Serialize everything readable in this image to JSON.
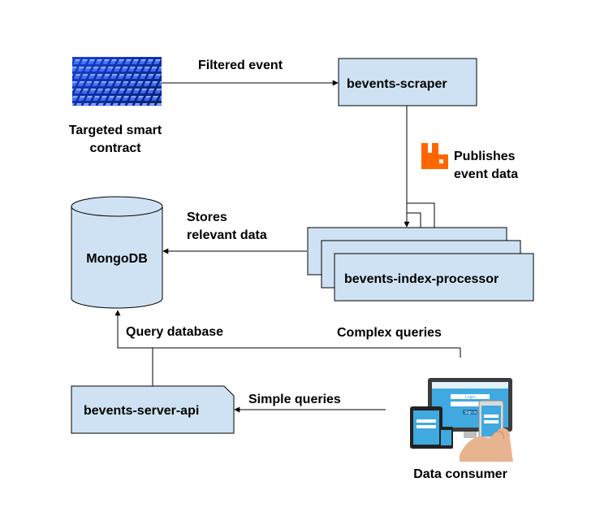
{
  "colors": {
    "box_fill": "#cfe2f3",
    "stroke": "#000000",
    "rabbitmq_orange": "#ff6600"
  },
  "icons": {
    "contract": "blockchain-grid-icon",
    "queue": "rabbitmq-icon",
    "consumer": "devices-icon"
  },
  "nodes": {
    "scraper": "bevents-scraper",
    "processor": "bevents-index-processor",
    "mongodb": "MongoDB",
    "server_api": "bevents-server-api",
    "contract_line1": "Targeted smart",
    "contract_line2": "contract",
    "consumer": "Data consumer"
  },
  "edges": {
    "filtered_event": "Filtered event",
    "publishes_line1": "Publishes",
    "publishes_line2": "event data",
    "stores_line1": "Stores",
    "stores_line2": "relevant data",
    "query_database": "Query database",
    "complex_queries": "Complex queries",
    "simple_queries": "Simple queries"
  },
  "device_screen": {
    "login_button": "Login",
    "signin_button": "Sign in"
  }
}
